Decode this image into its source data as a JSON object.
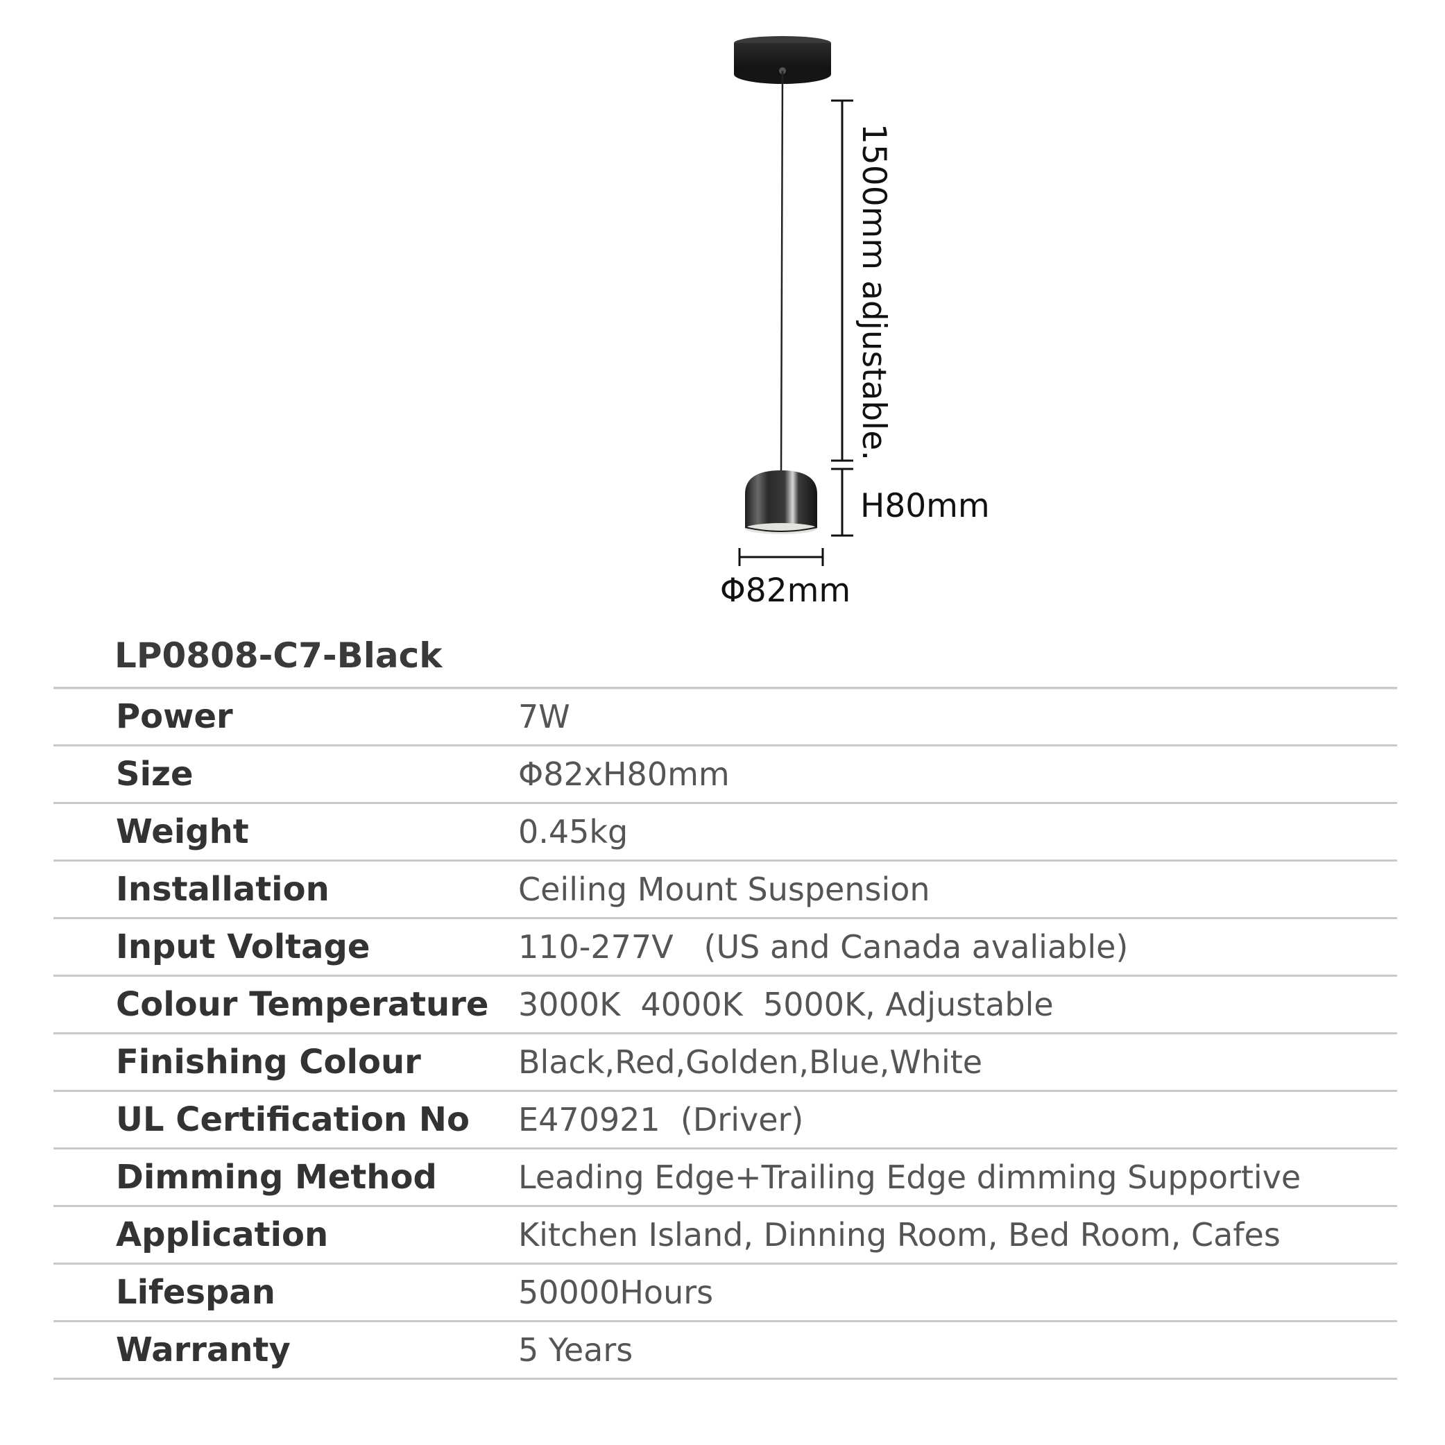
{
  "colors": {
    "label": "#333333",
    "value": "#555555",
    "rule": "#c9c9c9",
    "lamp_body": "#2e2e2e"
  },
  "drawing": {
    "cable_length_label": "1500mm  adjustable.",
    "height_label": "H80mm",
    "diameter_label": "Φ82mm"
  },
  "spec": {
    "model": "LP0808-C7-Black",
    "rows": [
      {
        "label": "Power",
        "value": "7W"
      },
      {
        "label": "Size",
        "value": "Φ82xH80mm"
      },
      {
        "label": "Weight",
        "value": "0.45kg"
      },
      {
        "label": "Installation",
        "value": "Ceiling Mount Suspension"
      },
      {
        "label": "Input Voltage",
        "value": "110-277V   (US and Canada avaliable)"
      },
      {
        "label": "Colour Temperature",
        "value": "3000K  4000K  5000K, Adjustable"
      },
      {
        "label": "Finishing Colour",
        "value": "Black,Red,Golden,Blue,White"
      },
      {
        "label": "UL Certification No",
        "value": "E470921  (Driver)"
      },
      {
        "label": "Dimming Method",
        "value": "Leading Edge+Trailing Edge dimming Supportive"
      },
      {
        "label": "Application",
        "value": "Kitchen Island, Dinning Room, Bed Room, Cafes"
      },
      {
        "label": "Lifespan",
        "value": "50000Hours"
      },
      {
        "label": "Warranty",
        "value": "5 Years"
      }
    ]
  }
}
